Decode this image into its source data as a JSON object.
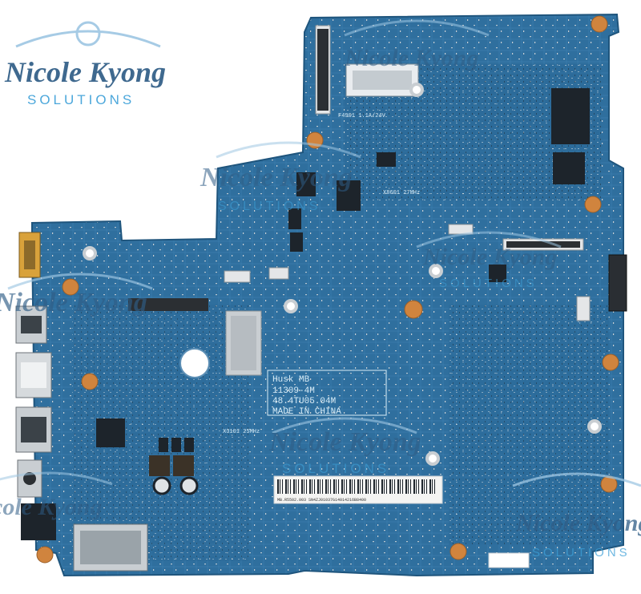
{
  "board": {
    "label_lines": [
      "Husk MB",
      "11309-4M",
      "48.4TU05.04M",
      "MADE IN CHINA"
    ],
    "silkscreen": {
      "fuse": "F4901 1.1A/24V",
      "crystal_top": "X8601 27MHz",
      "crystal_bottom": "X3101 25MHz"
    },
    "barcode_text": "MB.R5502.003        SN4ZJ01037G14014216B8400"
  },
  "watermark": {
    "name": "Nicole Kyong",
    "subtitle": "SOLUTIONS"
  },
  "colors": {
    "pcb": "#2f6f9e",
    "pcb_dark": "#245c86",
    "port_gold": "#d9a23b",
    "pad_copper": "#d0843e",
    "chip": "#1d242b",
    "silver": "#c9ced2",
    "watermark_name": "#2f5d86",
    "watermark_sub": "#3da0d8"
  },
  "icons": [
    "watermark-logo-icon"
  ]
}
